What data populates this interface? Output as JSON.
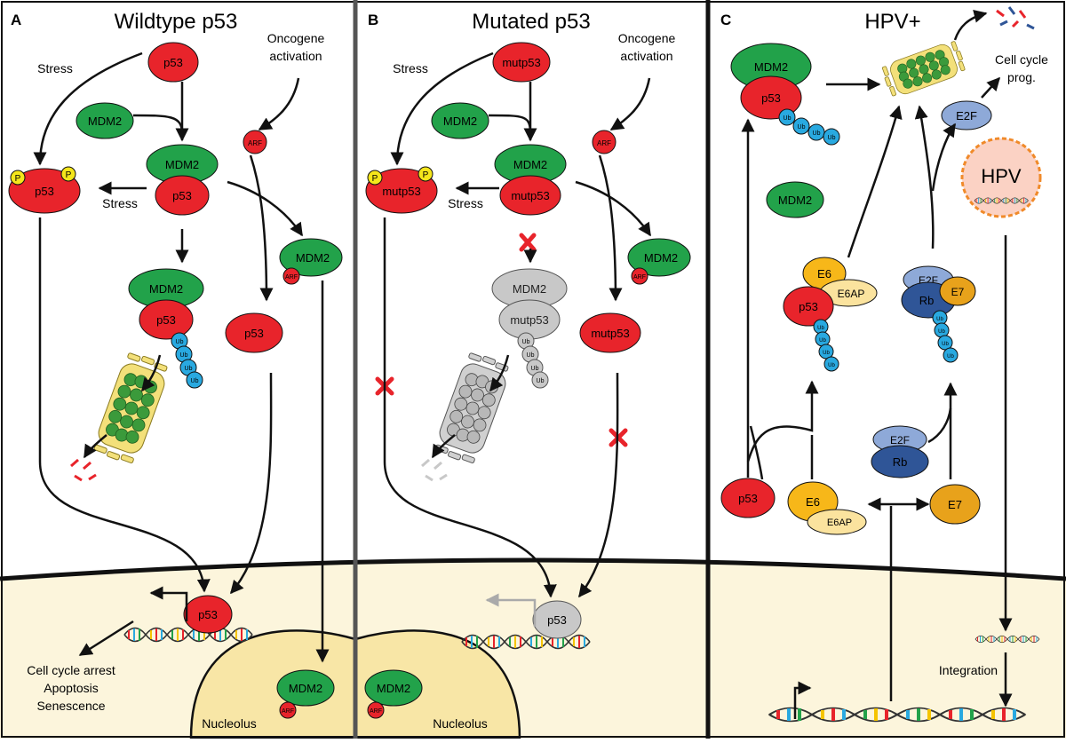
{
  "panels": {
    "a": {
      "letter": "A",
      "title": "Wildtype p53",
      "p53_top": "p53",
      "stress_top": "Stress",
      "oncogene_line1": "Oncogene",
      "oncogene_line2": "activation",
      "mdm2_free": "MDM2",
      "arf": "ARF",
      "p53_phospho": "p53",
      "phospho_mark": "P",
      "stress_side": "Stress",
      "complex_mdm2": "MDM2",
      "complex_p53": "p53",
      "ub_complex_mdm2": "MDM2",
      "ub_complex_p53": "p53",
      "ub": "Ub",
      "mdm2_arf_complex": "MDM2",
      "p53_released": "p53",
      "p53_on_dna": "p53",
      "outcome_1": "Cell cycle arrest",
      "outcome_2": "Apoptosis",
      "outcome_3": "Senescence",
      "nucleolus_mdm2": "MDM2",
      "nucleolus_label": "Nucleolus"
    },
    "b": {
      "letter": "B",
      "title": "Mutated p53",
      "p53_top": "mutp53",
      "stress_top": "Stress",
      "oncogene_line1": "Oncogene",
      "oncogene_line2": "activation",
      "mdm2_free": "MDM2",
      "arf": "ARF",
      "p53_phospho": "mutp53",
      "phospho_mark": "P",
      "stress_side": "Stress",
      "complex_mdm2": "MDM2",
      "complex_p53": "mutp53",
      "ub_complex_mdm2": "MDM2",
      "ub_complex_p53": "mutp53",
      "ub": "Ub",
      "mdm2_arf_complex": "MDM2",
      "p53_released": "mutp53",
      "p53_on_dna": "p53",
      "nucleolus_mdm2": "MDM2",
      "nucleolus_label": "Nucleolus"
    },
    "c": {
      "letter": "C",
      "title": "HPV+",
      "top_mdm2": "MDM2",
      "top_p53": "p53",
      "ub": "Ub",
      "cell_cycle_line1": "Cell cycle",
      "cell_cycle_line2": "prog.",
      "e2f_free": "E2F",
      "hpv": "HPV",
      "mdm2_free": "MDM2",
      "e6": "E6",
      "e6ap": "E6AP",
      "p53_complex": "p53",
      "e2f_complex": "E2F",
      "rb_complex": "Rb",
      "e7_complex": "E7",
      "e2f_lower": "E2F",
      "rb_lower": "Rb",
      "p53_bottom": "p53",
      "e6_bottom": "E6",
      "e6ap_bottom": "E6AP",
      "e7_bottom": "E7",
      "integration": "Integration"
    }
  },
  "colors": {
    "p53": "#e8242b",
    "mdm2": "#22a24a",
    "ub": "#29a9e0",
    "phospho": "#f5e61b",
    "gray": "#c8c8c8",
    "e6": "#f7b719",
    "e6ap": "#fbe39e",
    "e2f": "#8ea9d8",
    "rb": "#2f5597",
    "e7": "#e8a21b",
    "nucleus": "#fcf5dc",
    "nucleolus": "#f8e6a6"
  }
}
